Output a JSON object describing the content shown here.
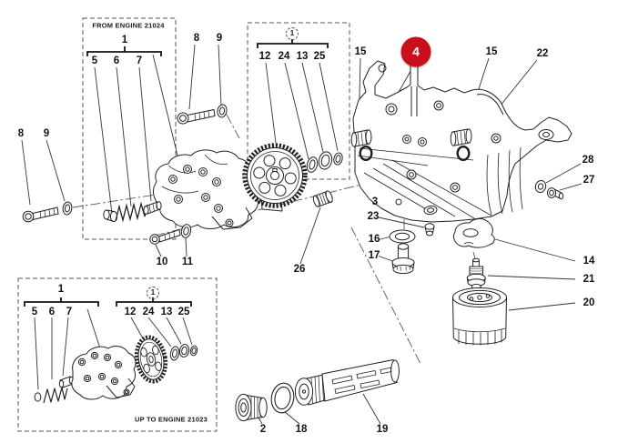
{
  "figure": {
    "type": "exploded-parts-diagram",
    "subject": "engine oil pump and oil filter assembly",
    "highlight_color": "#c8101c",
    "ink_color": "#1f1f1f",
    "background": "#ffffff"
  },
  "groups": {
    "late_engine_box": {
      "title": "FROM ENGINE 21024"
    },
    "early_engine_box": {
      "title": "UP TO ENGINE 21023"
    }
  },
  "labels": {
    "pump_group": "1",
    "cup_5": "5",
    "spring_6": "6",
    "piston_7": "7",
    "bolt_8": "8",
    "washer_9": "9",
    "bolt_10": "10",
    "washer_11": "11",
    "gear_12": "12",
    "washer_13": "13",
    "bracket_14": "14",
    "bushing_15": "15",
    "washer_16": "16",
    "valve_17": "17",
    "oring_18": "18",
    "strainer_19": "19",
    "filter_20": "20",
    "union_21": "21",
    "oring_22": "22",
    "plug_23": "23",
    "washer_24": "24",
    "circlip_25": "25",
    "roller_26": "26",
    "screw_27": "27",
    "washer_28": "28",
    "washer_3": "3",
    "plug_2": "2",
    "highlight_4": "4"
  }
}
